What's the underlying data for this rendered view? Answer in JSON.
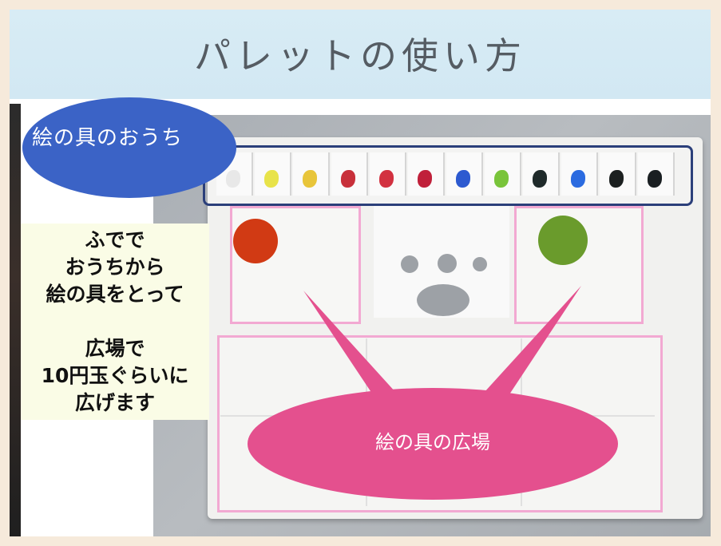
{
  "title": "パレットの使い方",
  "callouts": {
    "wells_label": "絵の具のおうち",
    "mixing_label": "絵の具の広場"
  },
  "instructions": {
    "block1": [
      "ふでで",
      "おうちから",
      "絵の具をとって"
    ],
    "block2": [
      "広場で",
      "10円玉ぐらいに",
      "広げます"
    ]
  },
  "colors": {
    "header_bg": "#d8ecf5",
    "wells_callout": "#3b63c6",
    "mixing_callout": "#e4508e",
    "section_outline": "#f2a9d2",
    "wells_outline": "#2b3f7a"
  },
  "paint_wells": [
    "#e8e8e8",
    "#e8e34a",
    "#e8c53a",
    "#c8303a",
    "#d23140",
    "#c0203a",
    "#2d5ad0",
    "#79c43a",
    "#1f2a2a",
    "#2b6be0",
    "#1c2020",
    "#1a1f22"
  ],
  "paint_dots": [
    "#d13a14",
    "#6a9b2c"
  ]
}
